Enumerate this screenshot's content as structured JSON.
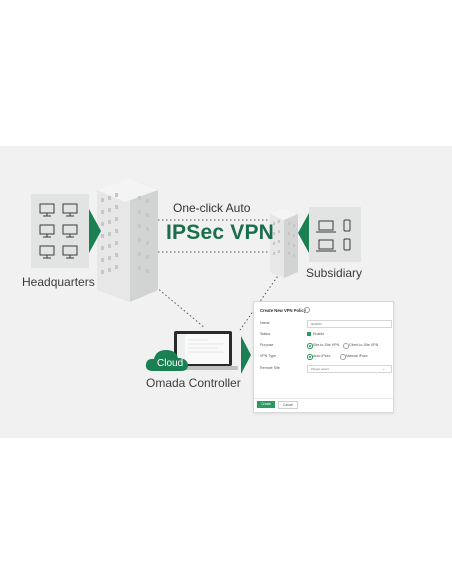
{
  "diagram": {
    "headquarters_label": "Headquarters",
    "subsidiary_label": "Subsidiary",
    "link_label_top": "One-click Auto",
    "link_label_main": "IPSec VPN",
    "cloud_label": "Cloud",
    "controller_label": "Omada Controller"
  },
  "dialog": {
    "title": "Create New VPN Policy",
    "fields": {
      "name_label": "Name",
      "name_value": "lab0003",
      "status_label": "Status",
      "status_value": "Enable",
      "purpose_label": "Purpose",
      "purpose_option_1": "Site-to-Site VPN",
      "purpose_option_2": "Client-to-Site VPN",
      "vpn_type_label": "VPN Type",
      "vpn_type_option_1": "Auto IPsec",
      "vpn_type_option_2": "Manual IPsec",
      "remote_site_label": "Remote Site",
      "remote_site_placeholder": "Please select"
    },
    "buttons": {
      "create": "Create",
      "cancel": "Cancel"
    }
  },
  "colors": {
    "accent_green": "#1b6e4a",
    "button_green": "#2a9a63",
    "panel_bg": "#f0f1f0"
  }
}
